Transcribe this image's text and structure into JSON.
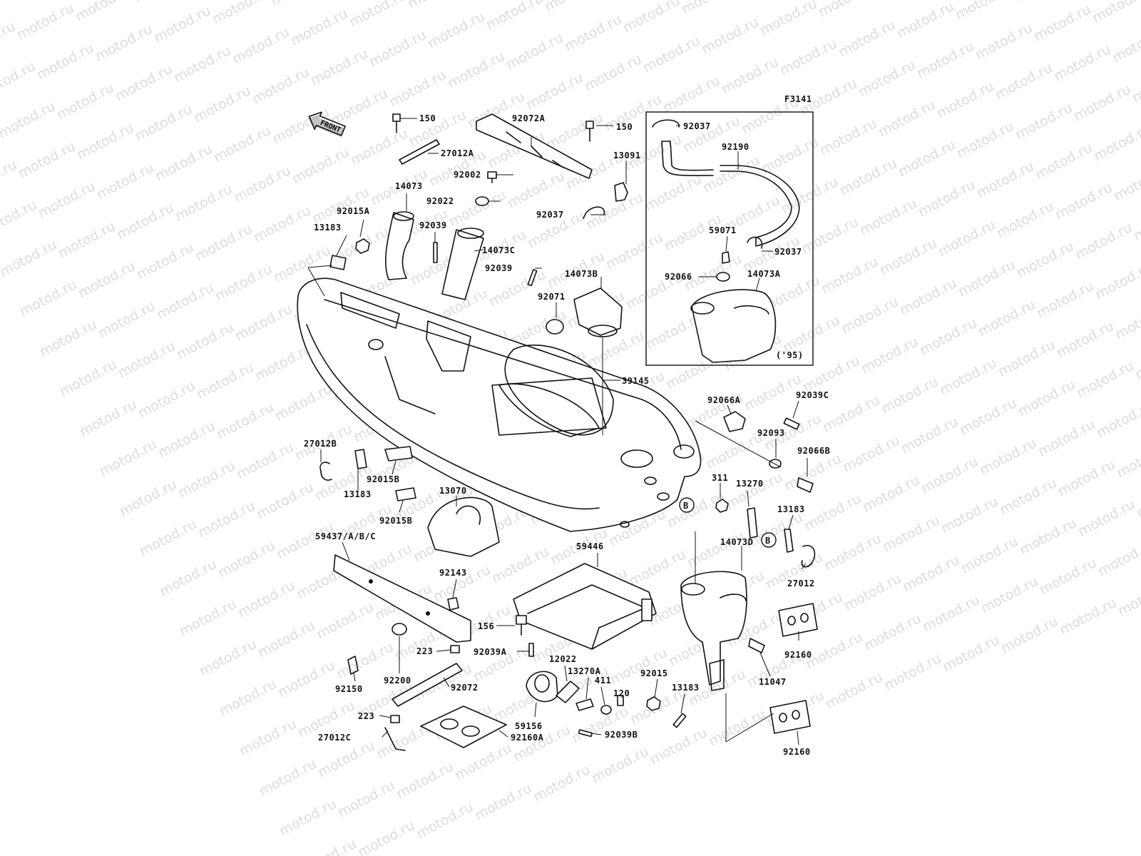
{
  "diagram_code": "F3141",
  "watermark_text": "motod.ru",
  "front_label": "FRONT",
  "inset_note": "('95)",
  "callout_b": "B",
  "labels": {
    "p150a": "150",
    "p92072a": "92072A",
    "p150b": "150",
    "p27012a": "27012A",
    "p14073": "14073",
    "p92002": "92002",
    "p13091": "13091",
    "p92022": "92022",
    "p92015a": "92015A",
    "p92037a": "92037",
    "p13183a": "13183",
    "p92039a": "92039",
    "p14073c": "14073C",
    "p92039b": "92039",
    "p14073b": "14073B",
    "p92071": "92071",
    "p39145": "39145",
    "p92037b": "92037",
    "p92190": "92190",
    "p59071": "59071",
    "p92037c": "92037",
    "p92066": "92066",
    "p14073a": "14073A",
    "p92066a": "92066A",
    "p92039c": "92039C",
    "p92093": "92093",
    "p92066b": "92066B",
    "p27012b": "27012B",
    "p13183b": "13183",
    "p92015b1": "92015B",
    "p92015b2": "92015B",
    "p13070": "13070",
    "p311": "311",
    "p13270": "13270",
    "p13183c": "13183",
    "p59437": "59437/A/B/C",
    "p59446": "59446",
    "p14073d": "14073D",
    "p27012": "27012",
    "p92143": "92143",
    "p156": "156",
    "p223a": "223",
    "p92039a2": "92039A",
    "p12022": "12022",
    "p13270a": "13270A",
    "p411": "411",
    "p120": "120",
    "p92015": "92015",
    "p13183d": "13183",
    "p92160a": "92160",
    "p11047": "11047",
    "p92200": "92200",
    "p92150": "92150",
    "p92072": "92072",
    "p223b": "223",
    "p27012c": "27012C",
    "p92160a2": "92160A",
    "p59156": "59156",
    "p92039b2": "92039B",
    "p92160b": "92160"
  }
}
